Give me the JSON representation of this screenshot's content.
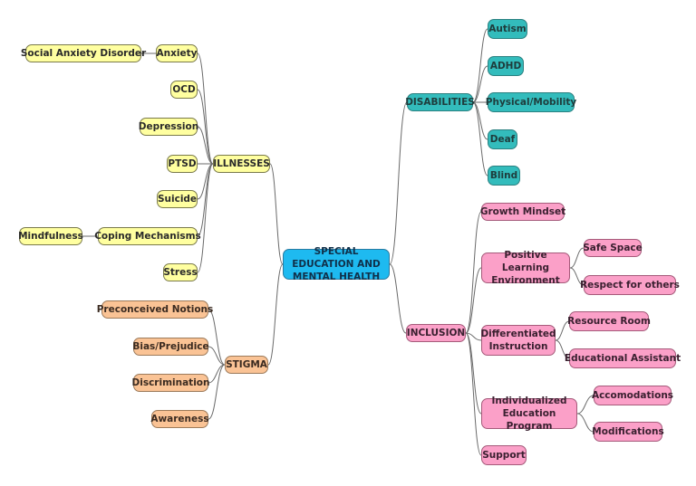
{
  "center": {
    "label": "SPECIAL EDUCATION AND MENTAL HEALTH"
  },
  "illnesses": {
    "label": "ILLNESSES",
    "items": [
      {
        "label": "Anxiety",
        "child": "Social Anxiety Disorder"
      },
      {
        "label": "OCD"
      },
      {
        "label": "Depression"
      },
      {
        "label": "PTSD"
      },
      {
        "label": "Suicide"
      },
      {
        "label": "Coping Mechanisms",
        "child": "Mindfulness"
      },
      {
        "label": "Stress"
      }
    ]
  },
  "stigma": {
    "label": "STIGMA",
    "items": [
      {
        "label": "Preconceived Notions"
      },
      {
        "label": "Bias/Prejudice"
      },
      {
        "label": "Discrimination"
      },
      {
        "label": "Awareness"
      }
    ]
  },
  "disabilities": {
    "label": "DISABILITIES",
    "items": [
      {
        "label": "Autism"
      },
      {
        "label": "ADHD"
      },
      {
        "label": "Physical/Mobility"
      },
      {
        "label": "Deaf"
      },
      {
        "label": "Blind"
      }
    ]
  },
  "inclusion": {
    "label": "INCLUSION",
    "items": [
      {
        "label": "Growth Mindset"
      },
      {
        "label": "Positive Learning Environment",
        "children": [
          "Safe Space",
          "Respect for others"
        ]
      },
      {
        "label": "Differentiated Instruction",
        "children": [
          "Resource Room",
          "Educational Assistant"
        ]
      },
      {
        "label": "Individualized Education Program",
        "children": [
          "Accomodations",
          "Modifications"
        ]
      },
      {
        "label": "Support"
      }
    ]
  },
  "colors": {
    "illnesses": "#ffffa0",
    "disabilities": "#33bcbc",
    "inclusion": "#fba0c8",
    "stigma": "#fac395",
    "center": "#1ebaf0"
  }
}
